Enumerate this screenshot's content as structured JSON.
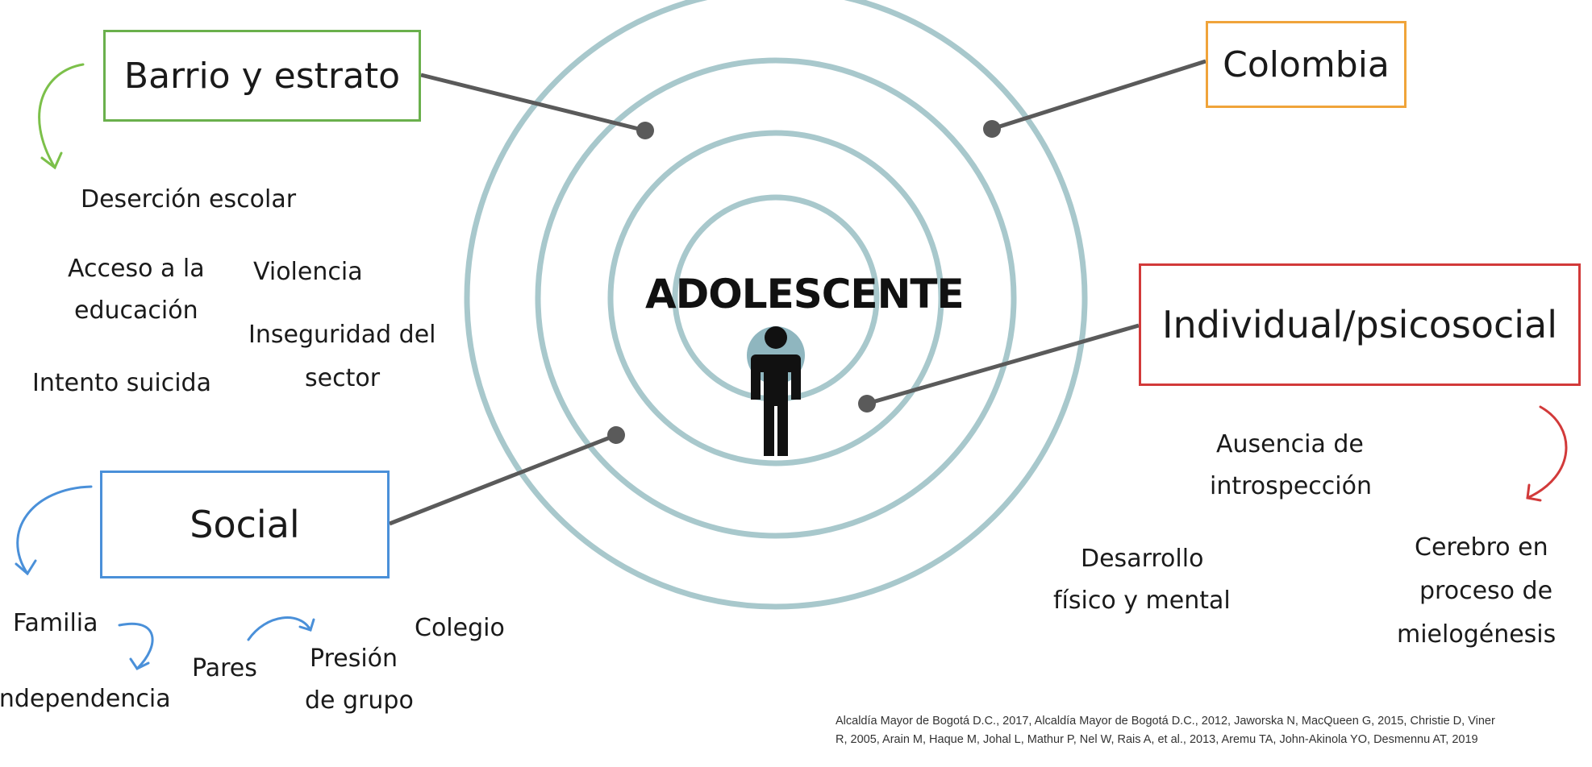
{
  "center": {
    "title": "ADOLESCENTE"
  },
  "boxes": {
    "barrio": {
      "label": "Barrio y estrato",
      "color": "#6ab04c"
    },
    "colombia": {
      "label": "Colombia",
      "color": "#f0a43a"
    },
    "individual": {
      "label": "Individual/psicosocial",
      "color": "#d23a3a"
    },
    "social": {
      "label": "Social",
      "color": "#4a90d9"
    }
  },
  "barrio_items": {
    "desercion": "Deserción escolar",
    "acceso_line1": "Acceso a la",
    "acceso_line2": "educación",
    "violencia": "Violencia",
    "inseguridad_line1": "Inseguridad del",
    "inseguridad_line2": "sector",
    "intento": "Intento suicida"
  },
  "social_items": {
    "familia": "Familia",
    "independencia": "Independencia",
    "pares": "Pares",
    "presion_line1": "Presión",
    "presion_line2": "de grupo",
    "colegio": "Colegio"
  },
  "individual_items": {
    "ausencia_line1": "Ausencia de",
    "ausencia_line2": "introspección",
    "desarrollo_line1": "Desarrollo",
    "desarrollo_line2": "físico y mental",
    "cerebro_line1": "Cerebro en",
    "cerebro_line2": "proceso de",
    "cerebro_line3": "mielogénesis"
  },
  "citation": {
    "line1": "Alcaldía Mayor de Bogotá D.C., 2017, Alcaldía Mayor de Bogotá D.C., 2012, Jaworska N, MacQueen G, 2015, Christie D, Viner",
    "line2": "R, 2005, Arain M, Haque M, Johal L, Mathur P, Nel W, Rais A, et al., 2013, Aremu TA, John-Akinola YO, Desmennu AT, 2019"
  },
  "colors": {
    "ring": "#a8c8cc",
    "connector": "#5a5a5a",
    "person": "#111111",
    "head_halo": "#8fb6bf"
  }
}
